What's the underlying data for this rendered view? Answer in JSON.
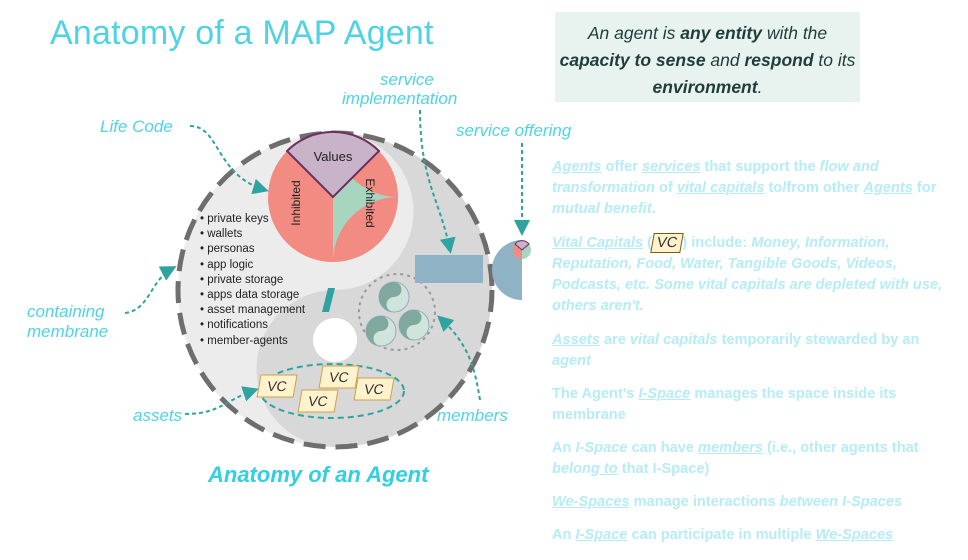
{
  "title": "Anatomy of a MAP Agent",
  "quote": {
    "p1": "An agent is ",
    "b1": "any entity",
    "p2": " with the ",
    "b2": "capacity to sense",
    "p3": " and ",
    "b3": "respond",
    "p4": " to its ",
    "b4": "environment",
    "p5": "."
  },
  "labels": {
    "life_code": "Life Code",
    "service_implementation_1": "service",
    "service_implementation_2": "implementation",
    "service_offering": "service offering",
    "containing_membrane_1": "containing",
    "containing_membrane_2": "membrane",
    "assets": "assets",
    "members": "members",
    "caption": "Anatomy of an Agent"
  },
  "wheel": {
    "values": "Values",
    "inhibited": "Inhibited",
    "exhibited": "Exhibited"
  },
  "life_code_items": [
    "private keys",
    "wallets",
    "personas",
    "app logic",
    "private storage",
    "apps data storage",
    "asset management",
    "notifications",
    "member-agents"
  ],
  "vc_label": "VC",
  "right_text": {
    "p1": {
      "a": "Agents",
      "b": " offer ",
      "c": "services",
      "d": " that support the ",
      "e": "flow and transformation",
      "f": " of ",
      "g": "vital capitals",
      "h": " to/from other ",
      "i": "Agents",
      "j": " for ",
      "k": "mutual benefit",
      "l": "."
    },
    "p2": {
      "a": "Vital Capitals",
      "b": " (",
      "c": ") include: ",
      "d": "Money, Information, Reputation, Food, Water, Tangible Goods, Videos, Podcasts, etc. Some vital capitals are depleted with use, others aren't."
    },
    "p3": {
      "a": "Assets",
      "b": " are ",
      "c": "vital capitals",
      "d": " temporarily stewarded by an ",
      "e": "agent"
    },
    "p4": {
      "a": "The Agent's ",
      "b": "I-Space",
      "c": " manages the space inside its membrane"
    },
    "p5": {
      "a": "An ",
      "b": "I-Space",
      "c": " can have ",
      "d": "members",
      "e": " (i.e., other agents that ",
      "f": "belong",
      "g": " to",
      "h": " that I-Space)"
    },
    "p6": {
      "a": "We-Spaces",
      "b": " manage interactions ",
      "c": "between I-Spaces"
    },
    "p7": {
      "a": "An ",
      "b": "I-Space",
      "c": " can participate in multiple ",
      "d": "We-Spaces"
    }
  },
  "colors": {
    "accent": "#4fd3e3",
    "inhibited": "#f28b82",
    "exhibited": "#a8d5bf",
    "values": "#c9b3c8",
    "service_box": "#8fb3c4",
    "yin": "#d6d6d6",
    "vc_fill": "#fff2cc"
  }
}
